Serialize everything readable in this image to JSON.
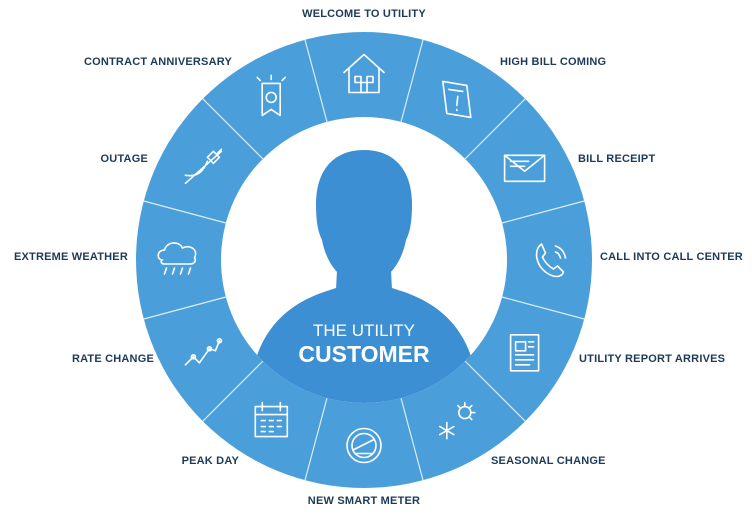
{
  "diagram": {
    "center_title_line1": "THE UTILITY",
    "center_title_line2": "CUSTOMER",
    "colors": {
      "ring": "#4a9fdb",
      "ring_divider": "#ffffff",
      "silhouette": "#3d8fd4",
      "label_text": "#1d3a57",
      "icon_stroke": "#ffffff"
    },
    "segments": [
      {
        "label": "WELCOME TO UTILITY",
        "icon": "house-icon"
      },
      {
        "label": "HIGH BILL COMING",
        "icon": "bill-alert-icon"
      },
      {
        "label": "BILL RECEIPT",
        "icon": "envelope-icon"
      },
      {
        "label": "CALL INTO CALL CENTER",
        "icon": "phone-icon"
      },
      {
        "label": "UTILITY REPORT ARRIVES",
        "icon": "report-icon"
      },
      {
        "label": "SEASONAL CHANGE",
        "icon": "sun-snowflake-icon"
      },
      {
        "label": "NEW SMART METER",
        "icon": "meter-icon"
      },
      {
        "label": "PEAK DAY",
        "icon": "calendar-icon"
      },
      {
        "label": "RATE CHANGE",
        "icon": "trend-line-icon"
      },
      {
        "label": "EXTREME WEATHER",
        "icon": "storm-cloud-icon"
      },
      {
        "label": "OUTAGE",
        "icon": "unplugged-icon"
      },
      {
        "label": "CONTRACT ANNIVERSARY",
        "icon": "ribbon-award-icon"
      }
    ]
  }
}
